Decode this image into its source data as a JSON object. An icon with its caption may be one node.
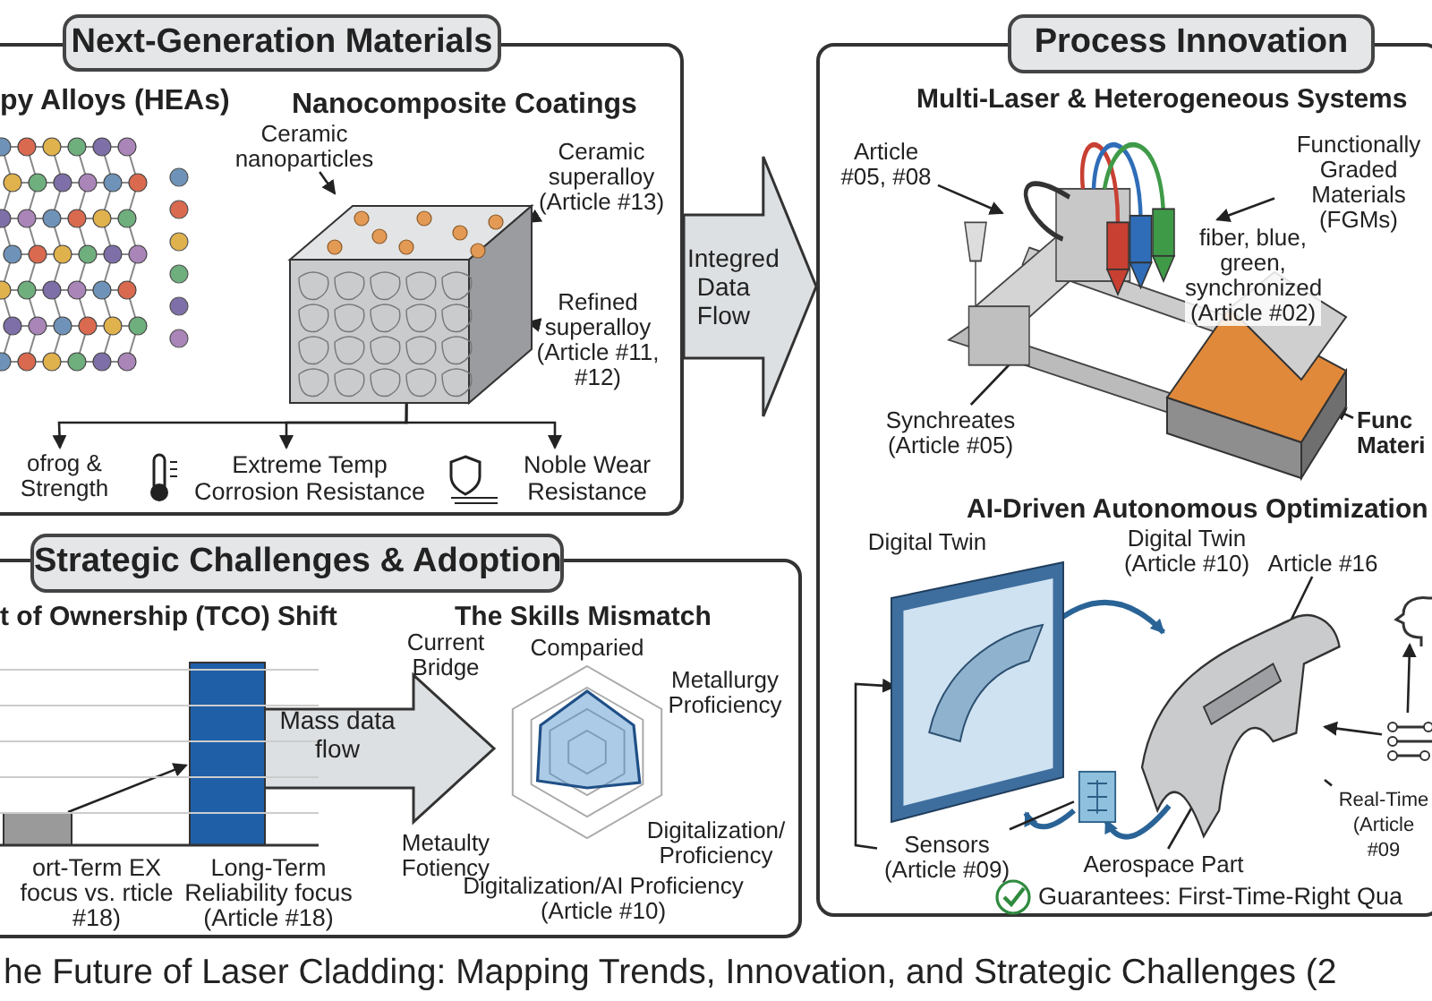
{
  "diagram": {
    "caption": "he Future of Laser Cladding: Mapping Trends, Innovation, and Strategic Challenges (2",
    "nodes": [
      {
        "text": [
          "Next-Generation Materials"
        ]
      },
      {
        "text": [],
        "shape": "picture",
        "in": 0
      },
      {
        "text": [],
        "shape": "picture",
        "in": 0
      },
      {
        "text": [
          "Ceramic nanoparticles"
        ],
        "in": 0
      },
      {
        "text": [
          "Ceramic superalloy (Article #13)"
        ],
        "in": 0
      },
      {
        "text": [
          "Refined superalloy (Article #11, #12)"
        ],
        "in": 0
      },
      {
        "text": [
          "ofrog & Strength"
        ],
        "in": 0
      },
      {
        "text": [
          "Extreme Temp Corrosion Resistance"
        ],
        "in": 0
      },
      {
        "text": [
          "Noble Wear Resistance"
        ],
        "in": 0
      },
      {
        "text": [
          "Process Innovation"
        ]
      },
      {
        "text": [],
        "shape": "picture",
        "in": 9
      },
      {
        "text": [
          "Article #05, #08"
        ],
        "in": 9
      },
      {
        "text": [
          "Functionally Graded Materials (FGMs)"
        ],
        "in": 9
      },
      {
        "text": [
          "Synchreates (Article #05)"
        ],
        "in": 9
      },
      {
        "text": [],
        "shape": "picture",
        "in": 9
      },
      {
        "text": [
          "Func Materi"
        ],
        "in": 9
      },
      {
        "text": [],
        "shape": "picture",
        "in": 9
      },
      {
        "text": [],
        "shape": "picture",
        "in": 9
      },
      {
        "text": [],
        "shape": "picture",
        "in": 9
      },
      {
        "text": [
          "Article #16"
        ],
        "in": 9
      },
      {
        "text": [
          "Sensors (Article #09)"
        ],
        "in": 9
      },
      {
        "text": [
          "Aerospace Part"
        ],
        "in": 9
      },
      {
        "text": [
          "Real-Time (Article #09"
        ],
        "in": 9
      },
      {
        "text": [],
        "shape": "picture",
        "in": 9
      },
      {
        "text": [],
        "shape": "picture",
        "in": 9
      },
      {
        "text": [
          "Strategic Challenges & Adoption"
        ]
      },
      {
        "text": [],
        "shape": "bar",
        "in": 25,
        "beside": [
          "ort-Term EX focus vs. rticle #18)"
        ]
      },
      {
        "text": [],
        "shape": "bar",
        "in": 25,
        "beside": [
          "Long-Term Reliability focus (Article #18)"
        ]
      },
      {
        "text": [],
        "shape": "picture",
        "in": 25,
        "beside": [
          "Comparied",
          "Current Bridge",
          "Metallurgy Proficiency",
          "Metaulty Fotiency",
          "Digitalization/ Proficiency",
          "Digitalization/AI Proficiency (Article #10)"
        ]
      }
    ],
    "edges": [
      {
        "from": 3,
        "to": 2,
        "arrow": "to"
      },
      {
        "from": 4,
        "to": 2,
        "arrow": "to"
      },
      {
        "from": 5,
        "to": 2,
        "arrow": "to"
      },
      {
        "from": 2,
        "to": 6,
        "arrow": "to"
      },
      {
        "from": 2,
        "to": 7,
        "arrow": "to"
      },
      {
        "from": 2,
        "to": 8,
        "arrow": "to"
      },
      {
        "from": 11,
        "to": 10,
        "arrow": "to"
      },
      {
        "from": 12,
        "to": 10,
        "arrow": "to"
      },
      {
        "from": 13,
        "to": 10,
        "arrow": "to"
      },
      {
        "from": 15,
        "to": 14,
        "arrow": "to"
      },
      {
        "from": 16,
        "to": 17,
        "arrow": "to",
        "style": "thick",
        "color": "#2a6496"
      },
      {
        "from": 17,
        "to": 18,
        "arrow": "to",
        "style": "thick",
        "color": "#2a6496"
      },
      {
        "from": 18,
        "to": 16,
        "arrow": "to",
        "style": "thick",
        "color": "#2a6496"
      },
      {
        "from": 20,
        "to": 16,
        "arrow": "to"
      },
      {
        "from": 20,
        "to": 18,
        "arrow": "none"
      },
      {
        "from": 21,
        "to": 17,
        "arrow": "none"
      },
      {
        "from": 19,
        "to": 17,
        "arrow": "none"
      },
      {
        "from": 22,
        "to": 17,
        "arrow": "none"
      },
      {
        "from": 24,
        "to": 23,
        "arrow": "to"
      },
      {
        "from": 24,
        "to": 17,
        "arrow": "to"
      },
      {
        "from": 26,
        "to": 27,
        "arrow": "to"
      },
      {
        "from": 0,
        "to": 9,
        "arrow": "to",
        "label": "Integred Data Flow",
        "style": "thick"
      },
      {
        "from": 27,
        "to": 28,
        "arrow": "to",
        "label": "Mass data flow",
        "style": "thick"
      }
    ],
    "labels": [
      "py Alloys (HEAs)",
      "Nanocomposite Coatings",
      "Multi-Laser & Heterogeneous Systems",
      "fiber, blue, green, synchronized (Article #02)",
      "AI-Driven Autonomous Optimization",
      "Digital Twin",
      "Digital Twin (Article #10)",
      "Guarantees: First-Time-Right Qua",
      "t of Ownership (TCO) Shift",
      "The Skills Mismatch"
    ]
  }
}
